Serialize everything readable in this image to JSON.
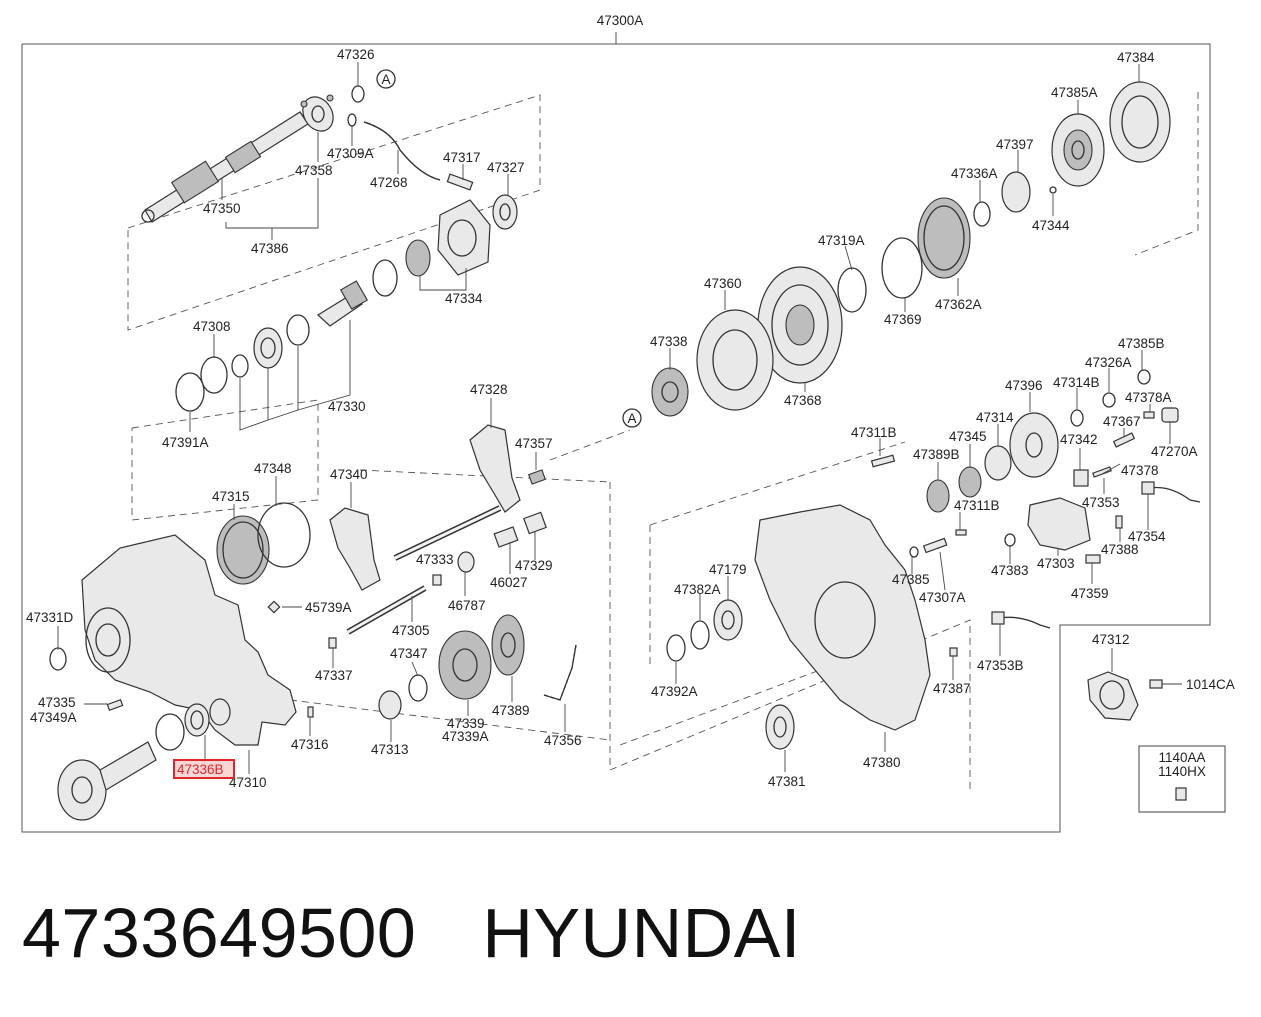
{
  "assembly_label": "47300A",
  "highlight_label": "47336B",
  "ref_marker": "A",
  "caption": {
    "part_number": "4733649500",
    "brand": "HYUNDAI"
  },
  "bolt_box": {
    "line1": "1140AA",
    "line2": "1140HX"
  },
  "labels": {
    "l47326": "47326",
    "l47309A": "47309A",
    "l47358": "47358",
    "l47350": "47350",
    "l47386": "47386",
    "l47268": "47268",
    "l47317": "47317",
    "l47327": "47327",
    "l47334": "47334",
    "l47308": "47308",
    "l47330": "47330",
    "l47391A": "47391A",
    "l47328": "47328",
    "l47357": "47357",
    "l47348": "47348",
    "l47340": "47340",
    "l47315": "47315",
    "l47333": "47333",
    "l46027": "46027",
    "l47329": "47329",
    "l46787": "46787",
    "l45739A": "45739A",
    "l47305": "47305",
    "l47331D": "47331D",
    "l47347": "47347",
    "l47337": "47337",
    "l47339": "47339",
    "l47339A": "47339A",
    "l47389": "47389",
    "l47356": "47356",
    "l47335": "47335",
    "l47349A": "47349A",
    "l47316": "47316",
    "l47313": "47313",
    "l47310": "47310",
    "l47384": "47384",
    "l47385A": "47385A",
    "l47397": "47397",
    "l47336A": "47336A",
    "l47344": "47344",
    "l47319A": "47319A",
    "l47360": "47360",
    "l47362A": "47362A",
    "l47369": "47369",
    "l47338": "47338",
    "l47368": "47368",
    "l47385B": "47385B",
    "l47326A": "47326A",
    "l47396": "47396",
    "l47314B": "47314B",
    "l47378A": "47378A",
    "l47311B": "47311B",
    "l47314": "47314",
    "l47367": "47367",
    "l47345": "47345",
    "l47270A": "47270A",
    "l47342": "47342",
    "l47389B": "47389B",
    "l47378": "47378",
    "l47311B_2": "47311B",
    "l47353": "47353",
    "l47354": "47354",
    "l47179": "47179",
    "l47388": "47388",
    "l47303": "47303",
    "l47385": "47385",
    "l47383": "47383",
    "l47382A": "47382A",
    "l47307A": "47307A",
    "l47359": "47359",
    "l47312": "47312",
    "l47353B": "47353B",
    "l1014CA": "1014CA",
    "l47392A": "47392A",
    "l47387": "47387",
    "l47381": "47381",
    "l47380": "47380"
  },
  "colors": {
    "highlight": "#e0262a",
    "line": "#333333"
  }
}
